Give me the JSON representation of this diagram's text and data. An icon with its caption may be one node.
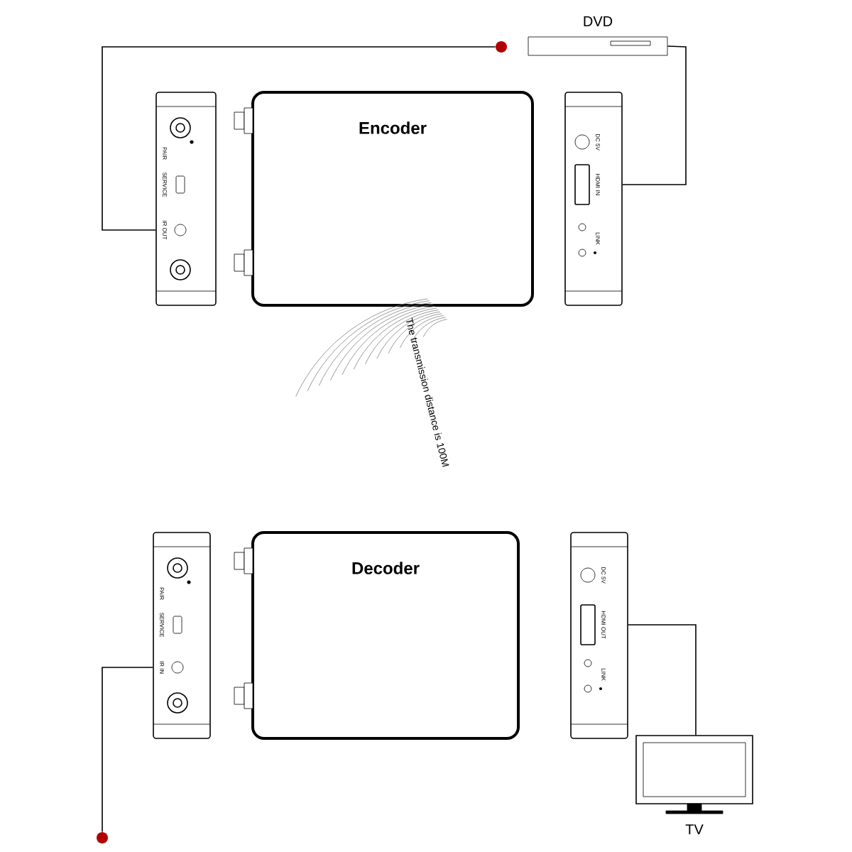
{
  "diagram": {
    "nodes": [
      {
        "text": [
          "DVD"
        ]
      },
      {
        "text": [],
        "shape": "circle"
      },
      {
        "text": [
          "PAIR",
          "SERVICE",
          "IR OUT"
        ]
      },
      {
        "text": [
          "Encoder"
        ]
      },
      {
        "text": [
          "DC 5V",
          "HDMI IN",
          "LINK"
        ]
      },
      {
        "text": [
          "PAIR",
          "SERVICE",
          "IR IN"
        ]
      },
      {
        "text": [
          "Decoder"
        ]
      },
      {
        "text": [
          "DC 5V",
          "HDMI OUT",
          "LINK"
        ]
      },
      {
        "text": [
          "TV"
        ]
      },
      {
        "text": [],
        "shape": "circle"
      }
    ],
    "edges": [
      {
        "from": 1,
        "to": 2,
        "arrow": "none"
      },
      {
        "from": 0,
        "to": 4,
        "arrow": "none"
      },
      {
        "from": 7,
        "to": 8,
        "arrow": "none"
      },
      {
        "from": 5,
        "to": 9,
        "arrow": "none"
      }
    ],
    "labels": [
      "The transmission distance is 100M"
    ]
  }
}
